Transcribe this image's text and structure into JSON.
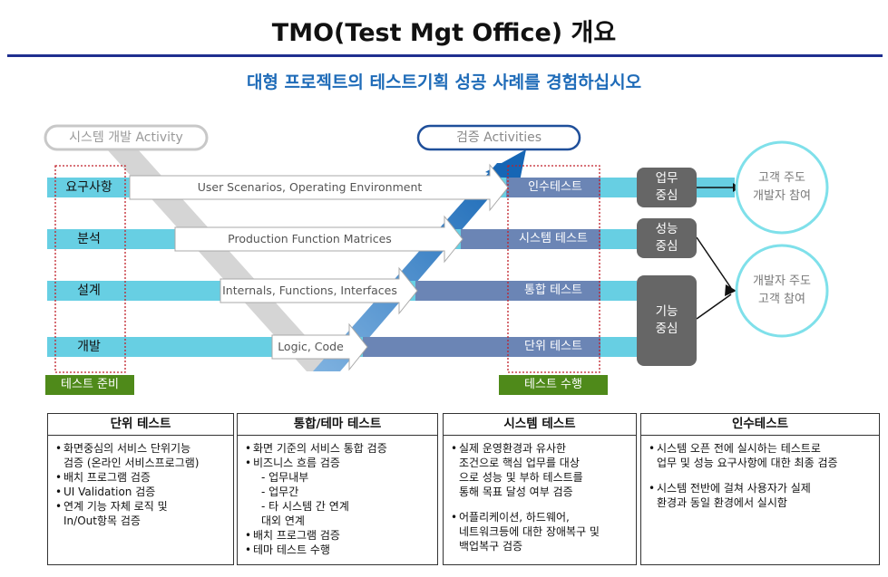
{
  "title": "TMO(Test Mgt Office) 개요",
  "subtitle": "대형 프로젝트의 테스트기획 성공 사례를 경험하십시오",
  "left_pill": "시스템 개발 Activity",
  "right_pill": "검증 Activities",
  "stages": [
    "요구사항",
    "분석",
    "설계",
    "개발"
  ],
  "arrows": [
    "User Scenarios, Operating Environment",
    "Production Function Matrices",
    "Internals, Functions, Interfaces",
    "Logic, Code"
  ],
  "tests": [
    "인수테스트",
    "시스템 테스트",
    "통합 테스트",
    "단위 테스트"
  ],
  "prep_label": "테스트 준비",
  "exec_label": "테스트 수행",
  "focus_boxes": [
    {
      "line1": "업무",
      "line2": "중심"
    },
    {
      "line1": "성능",
      "line2": "중심"
    },
    {
      "line1": "기능",
      "line2": "중심"
    }
  ],
  "circles": [
    {
      "line1": "고객 주도",
      "line2": "개발자 참여"
    },
    {
      "line1": "개발자 주도",
      "line2": "고객 참여"
    }
  ],
  "panels": [
    {
      "title": "단위 테스트",
      "items": [
        "화면중심의 서비스 단위기능",
        "배치 프로그램 검증",
        "UI Validation 검증",
        "연계 기능 자체 로직 및"
      ],
      "cont": [
        "검증 (온라인 서비스프로그램)",
        "In/Out항목 검증"
      ]
    },
    {
      "title": "통합/테마 테스트",
      "items": [
        "화면 기준의 서비스 통합 검증",
        "비즈니스 흐름 검증",
        "배치 프로그램 검증",
        "테마 테스트 수행"
      ],
      "subitems": [
        "- 업무내부",
        "- 업무간",
        "- 타 시스템 간 연계",
        "대외 연계"
      ]
    },
    {
      "title": "시스템 테스트",
      "items": [
        "실제 운영환경과 유사한",
        "어플리케이션, 하드웨어,"
      ],
      "cont": [
        "조건으로 핵심 업무를 대상",
        "으로 성능 및 부하 테스트를",
        "통해 목표 달성 여부 검증",
        "네트워크등에 대한 장애복구 및",
        "백업복구 검증"
      ]
    },
    {
      "title": "인수테스트",
      "items": [
        "시스템 오픈 전에 실시하는 테스트로",
        "시스템 전반에 걸쳐 사용자가 실제"
      ],
      "cont": [
        "업무 및 성능 요구사항에 대한 최종 검증",
        "환경과 동일 환경에서 실시함"
      ]
    }
  ],
  "colors": {
    "title_rule": "#1f2f8f",
    "subtitle": "#1e6bb8",
    "cyan_bar": "#67cfe3",
    "steel_bar": "#6b85b5",
    "v_arrow": "#1b6fbd",
    "green": "#4f8a1a",
    "gray_box": "#666666",
    "dotted": "#c0202a"
  }
}
